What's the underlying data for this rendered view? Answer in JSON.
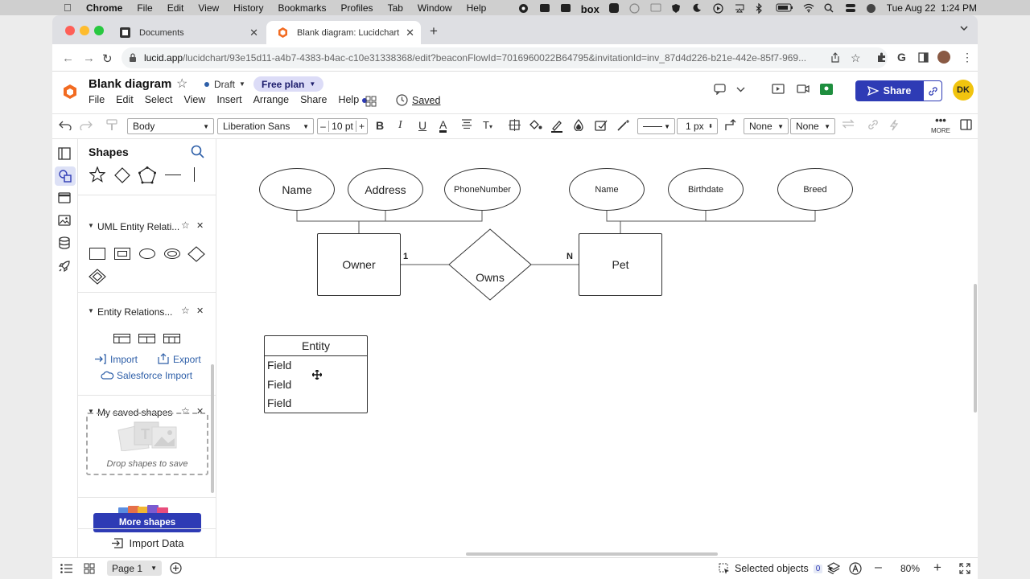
{
  "menubar": {
    "app": "Chrome",
    "items": [
      "File",
      "Edit",
      "View",
      "History",
      "Bookmarks",
      "Profiles",
      "Tab",
      "Window",
      "Help"
    ],
    "clock": "Tue Aug 22  1:24 PM"
  },
  "browser": {
    "tabs": [
      {
        "title": "Documents"
      },
      {
        "title": "Blank diagram: Lucidchart"
      }
    ],
    "url_host": "lucid.app",
    "url_path": "/lucidchart/93e15d11-a4b7-4383-b4ac-c10e31338368/edit?beaconFlowId=7016960022B64795&invitationId=inv_87d4d226-b21e-442e-85f7-969..."
  },
  "app": {
    "title": "Blank diagram",
    "draft_label": "Draft",
    "plan_label": "Free plan",
    "menu": [
      "File",
      "Edit",
      "Select",
      "View",
      "Insert",
      "Arrange",
      "Share",
      "Help"
    ],
    "saved_label": "Saved",
    "share_label": "Share",
    "avatar_initials": "DK"
  },
  "toolbar": {
    "style_value": "Body",
    "font_value": "Liberation Sans",
    "font_size": "10 pt",
    "line_width": "1 px",
    "start_arrow": "None",
    "end_arrow": "None",
    "more_label": "MORE"
  },
  "shapes_panel": {
    "title": "Shapes",
    "sections": [
      {
        "title": "UML Entity Relati..."
      },
      {
        "title": "Entity Relations..."
      },
      {
        "title": "My saved shapes"
      }
    ],
    "import_label": "Import",
    "export_label": "Export",
    "salesforce_label": "Salesforce Import",
    "drop_hint": "Drop shapes to save",
    "more_shapes_label": "More shapes",
    "import_data_label": "Import Data"
  },
  "diagram": {
    "owner_attrs": [
      "Name",
      "Address",
      "PhoneNumber"
    ],
    "pet_attrs": [
      "Name",
      "Birthdate",
      "Breed"
    ],
    "owner_entity": "Owner",
    "relationship": "Owns",
    "pet_entity": "Pet",
    "cardinality_left": "1",
    "cardinality_right": "N",
    "entity_table": {
      "header": "Entity",
      "fields": [
        "Field",
        "Field",
        "Field"
      ]
    }
  },
  "bottom": {
    "page_label": "Page 1",
    "selected_label": "Selected objects",
    "selected_count": "0",
    "zoom": "80%"
  },
  "colors": {
    "accent": "#2e3bb5",
    "plan_pill": "#dcdcf7",
    "avatar": "#f1c40f"
  }
}
